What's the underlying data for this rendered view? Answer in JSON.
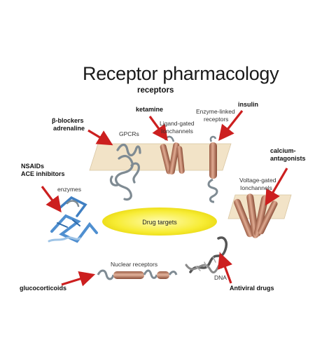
{
  "title": "Receptor pharmacology",
  "subtitle": "receptors",
  "center_label": "Drug targets",
  "targets": {
    "gpcrs": "GPCRs",
    "ligand_gated_line1": "Ligand-gated",
    "ligand_gated_line2": "Ionchannels",
    "enzyme_linked_line1": "Enzyme-linked",
    "enzyme_linked_line2": "receptors",
    "voltage_gated_line1": "Voltage-gated",
    "voltage_gated_line2": "Ionchannels",
    "enzymes": "enzymes",
    "nuclear_receptors": "Nuclear receptors",
    "dna": "DNA"
  },
  "drugs": {
    "beta_blockers": "β-blockers",
    "adrenaline": "adrenaline",
    "ketamine": "ketamine",
    "insulin": "insulin",
    "calcium_line1": "calcium-",
    "calcium_line2": "antagonists",
    "nsaids": "NSAIDs",
    "ace_inhibitors": "ACE inhibitors",
    "glucocorticoids": "glucocorticoids",
    "antiviral": "Antiviral drugs"
  },
  "colors": {
    "arrow": "#cc1f1f",
    "ellipse": "#f6ea2a",
    "membrane": "#f2e3c7",
    "channel": "#c98a6f",
    "ribbon": "#7f8b93",
    "enzyme_blue": "#4f8fd0"
  }
}
